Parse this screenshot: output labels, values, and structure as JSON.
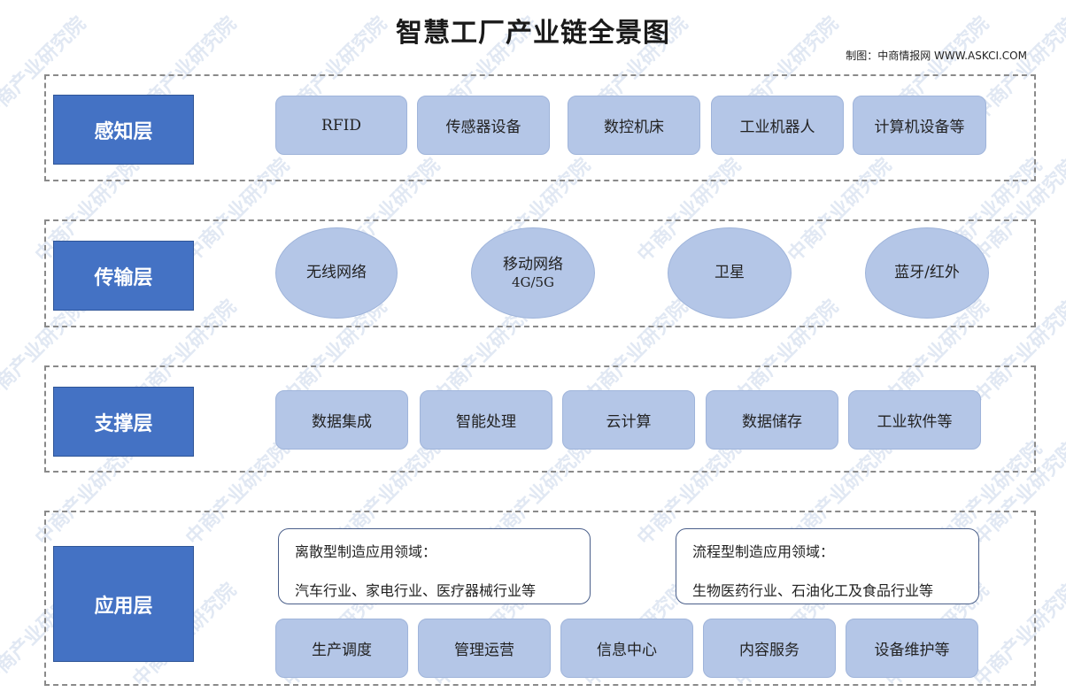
{
  "title": "智慧工厂产业链全景图",
  "source": "制图：中商情报网 WWW.ASKCI.COM",
  "watermark": "中商产业研究院",
  "colors": {
    "label_bg": "#4472c4",
    "item_bg": "#b4c6e7",
    "border": "#8a8a8a"
  },
  "layers": {
    "perception": {
      "label": "感知层",
      "items": [
        "RFID",
        "传感器设备",
        "数控机床",
        "工业机器人",
        "计算机设备等"
      ]
    },
    "transmission": {
      "label": "传输层",
      "items": [
        {
          "line1": "无线网络",
          "line2": ""
        },
        {
          "line1": "移动网络",
          "line2": "4G/5G"
        },
        {
          "line1": "卫星",
          "line2": ""
        },
        {
          "line1": "蓝牙/红外",
          "line2": ""
        }
      ]
    },
    "support": {
      "label": "支撑层",
      "items": [
        "数据集成",
        "智能处理",
        "云计算",
        "数据储存",
        "工业软件等"
      ]
    },
    "application": {
      "label": "应用层",
      "discrete": {
        "heading": "离散型制造应用领域：",
        "industries": "汽车行业、家电行业、医疗器械行业等"
      },
      "process": {
        "heading": "流程型制造应用领域：",
        "industries": "生物医药行业、石油化工及食品行业等"
      },
      "items": [
        "生产调度",
        "管理运营",
        "信息中心",
        "内容服务",
        "设备维护等"
      ]
    }
  }
}
